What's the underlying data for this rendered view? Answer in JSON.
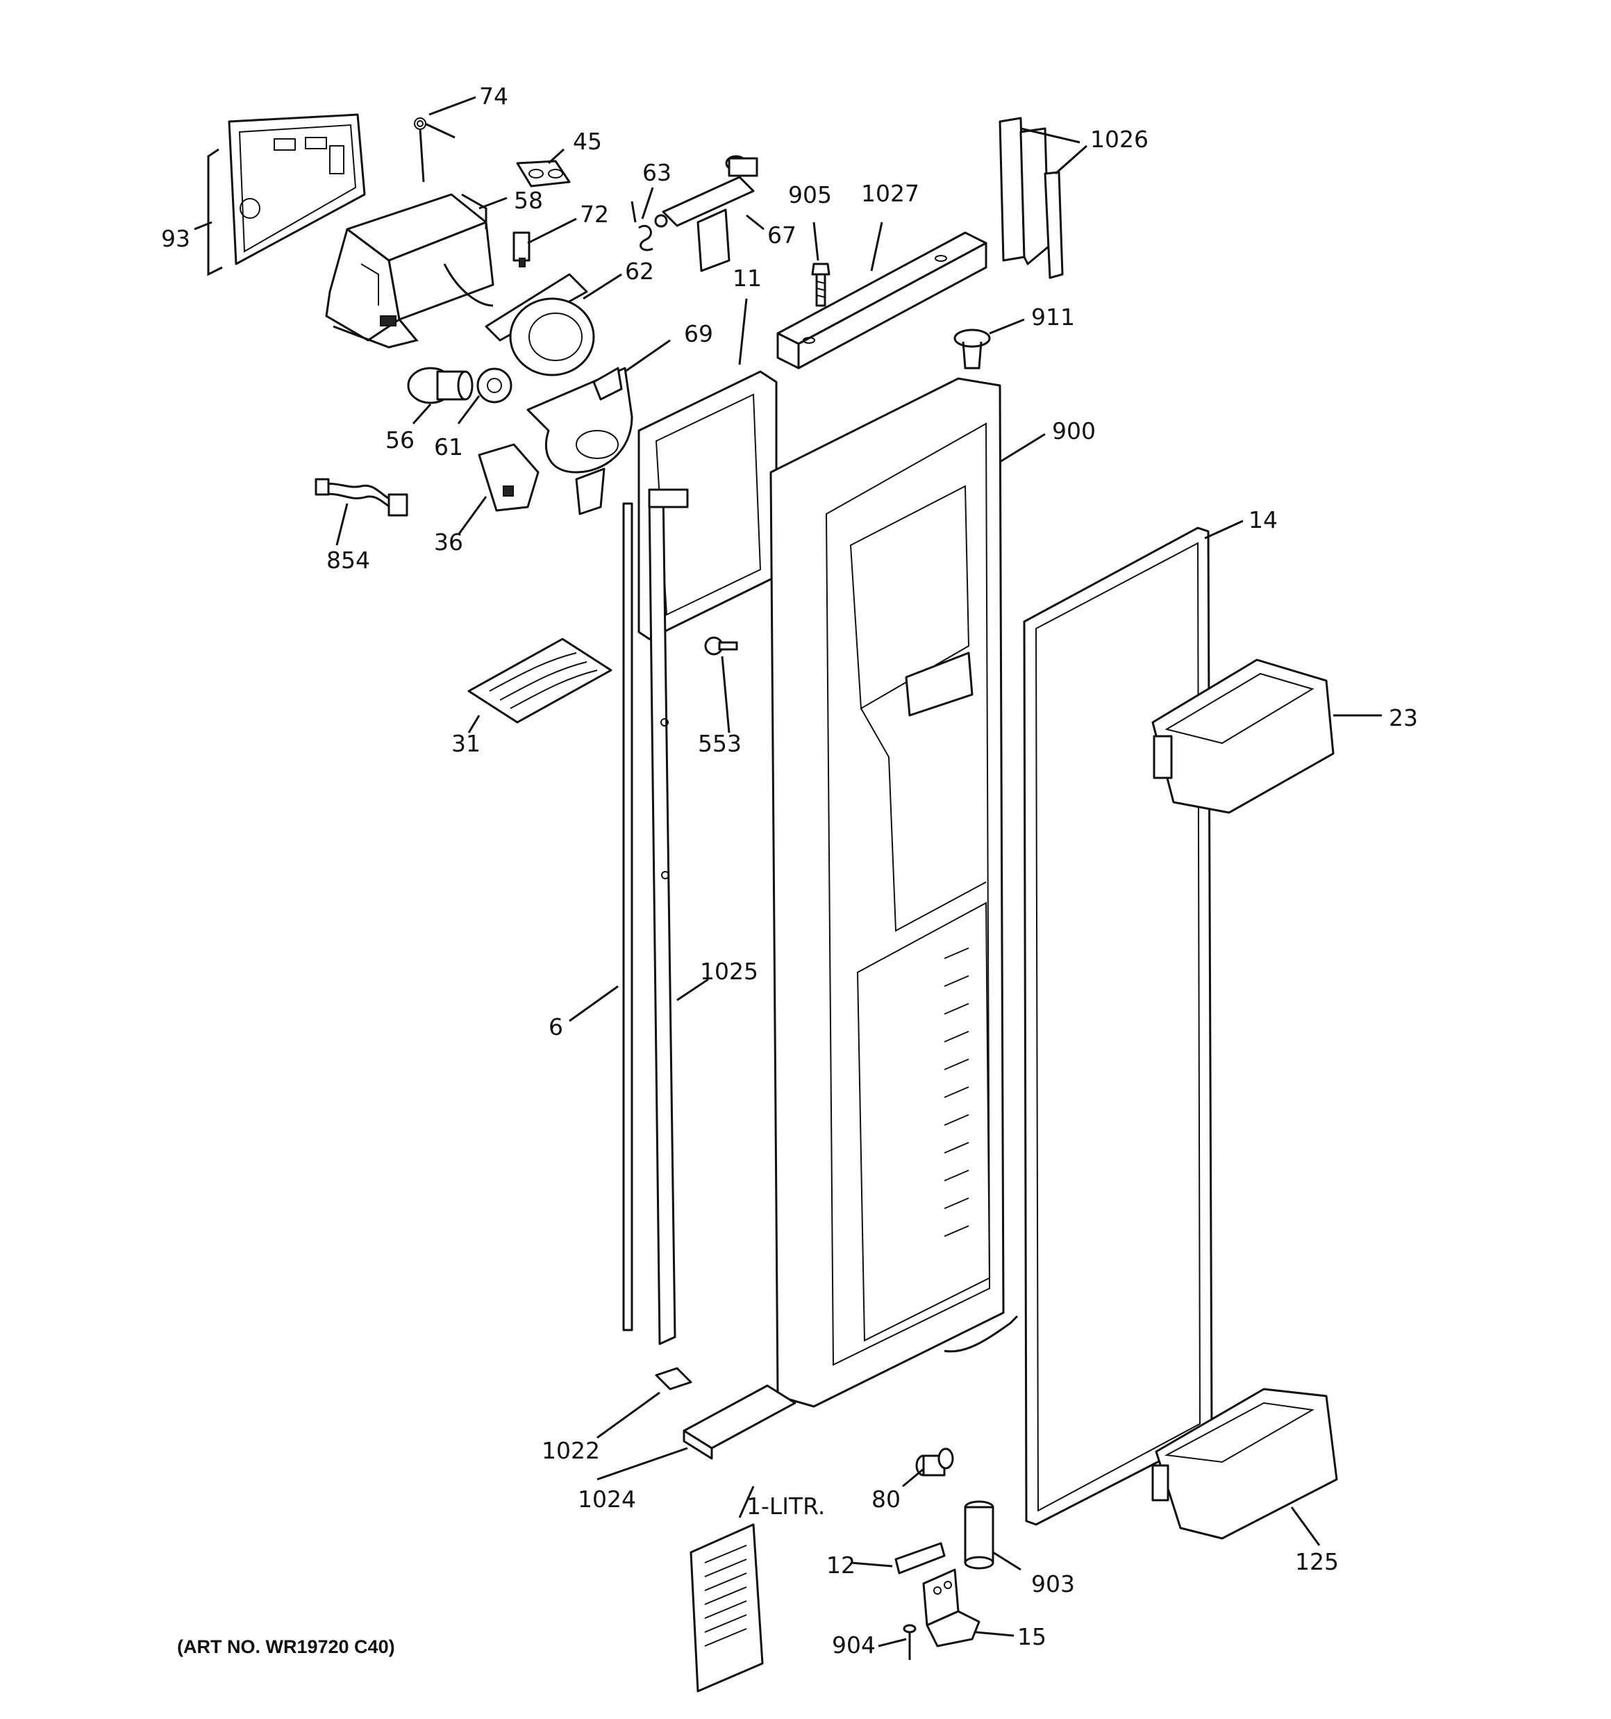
{
  "diagram": {
    "art_number": "(ART NO. WR19720 C40)",
    "part_labels": {
      "p74": "74",
      "p45": "45",
      "p63": "63",
      "p93": "93",
      "p58": "58",
      "p72": "72",
      "p67": "67",
      "p905": "905",
      "p1027": "1027",
      "p1026": "1026",
      "p62": "62",
      "p11": "11",
      "p911": "911",
      "p69": "69",
      "p56": "56",
      "p61": "61",
      "p900": "900",
      "p854": "854",
      "p36": "36",
      "p14": "14",
      "p23": "23",
      "p31": "31",
      "p553": "553",
      "p1025": "1025",
      "p6": "6",
      "p1022": "1022",
      "p1024": "1024",
      "p1litr": "1-LITR.",
      "p80": "80",
      "p125": "125",
      "p12": "12",
      "p903": "903",
      "p904": "904",
      "p15": "15"
    }
  }
}
